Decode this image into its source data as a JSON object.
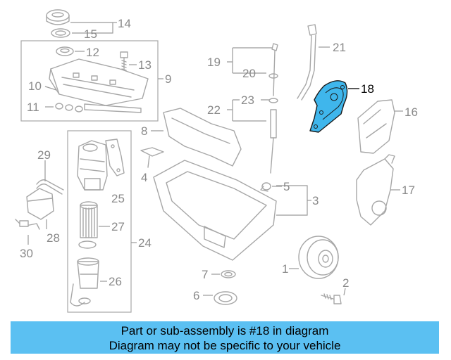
{
  "colors": {
    "highlight": "#3fb6ec",
    "banner": "#5bc0f2",
    "line": "#a7a7a7",
    "label": "#8a8a8a",
    "label_highlight": "#000000"
  },
  "callouts": {
    "c1": "1",
    "c2": "2",
    "c3": "3",
    "c4": "4",
    "c5": "5",
    "c6": "6",
    "c7": "7",
    "c8": "8",
    "c9": "9",
    "c10": "10",
    "c11": "11",
    "c12": "12",
    "c13": "13",
    "c14": "14",
    "c15": "15",
    "c16": "16",
    "c17": "17",
    "c18": "18",
    "c19": "19",
    "c20": "20",
    "c21": "21",
    "c22": "22",
    "c23": "23",
    "c24": "24",
    "c25": "25",
    "c26": "26",
    "c27": "27",
    "c28": "28",
    "c29": "29",
    "c30": "30"
  },
  "banner": {
    "line1": "Part or sub-assembly is #18 in diagram",
    "line2": "Diagram may not be specific to your vehicle"
  }
}
